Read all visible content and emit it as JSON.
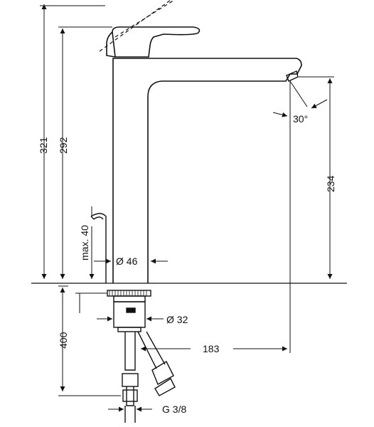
{
  "dimensions": {
    "total_height": "321",
    "spout_height": "292",
    "outlet_height": "234",
    "max_40": "max. 40",
    "body_diameter": "Ø 46",
    "angle": "30°",
    "below_height": "400",
    "hole_diameter": "Ø 32",
    "reach": "183",
    "connection": "G 3/8"
  }
}
